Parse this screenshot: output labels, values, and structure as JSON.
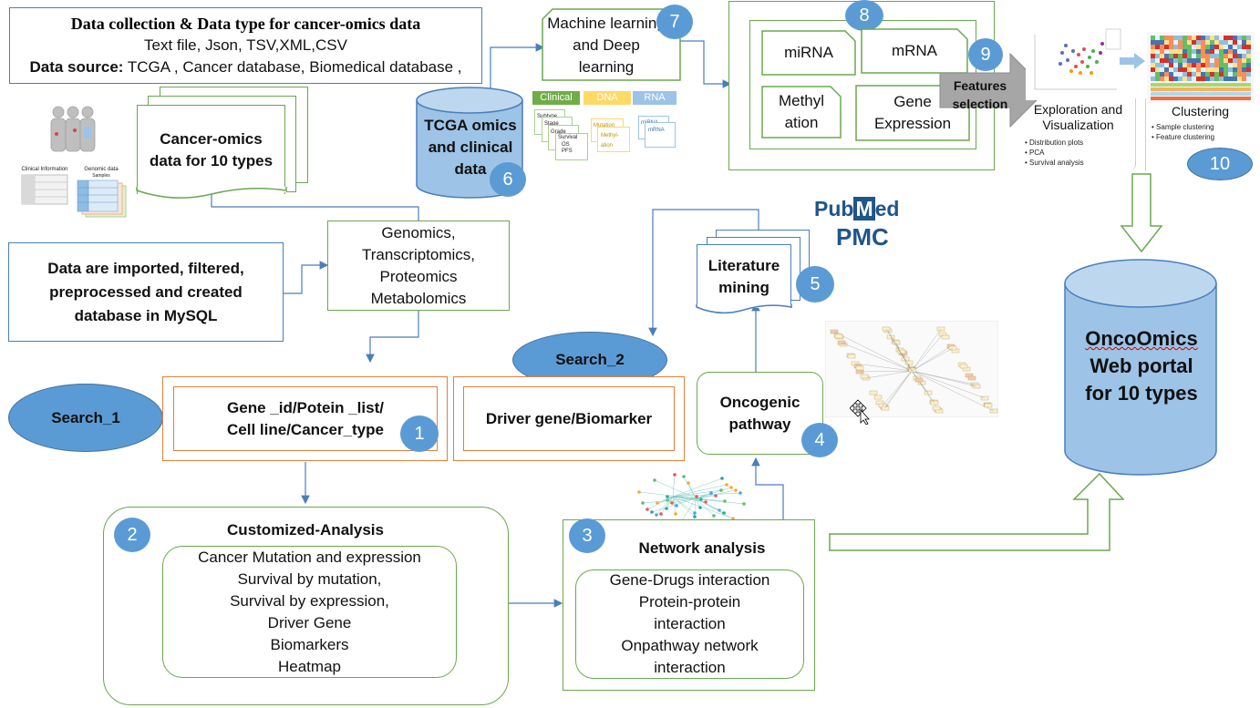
{
  "data_collection": {
    "title": "Data collection & Data type for cancer-omics data",
    "formats": "Text file, Json, TSV,XML,CSV",
    "source_label": "Data source:",
    "sources": " TCGA ,  Cancer database, Biomedical database ,"
  },
  "cancer_omics_doc": "Cancer-omics data for 10 types",
  "thumb_labels": {
    "clinical": "Clinical Information",
    "genomic": "Genomic data",
    "samples": "Samples"
  },
  "import_box": "Data are imported, filtered, preprocessed and created database in MySQL",
  "omics_box": [
    "Genomics,",
    "Transcriptomics,",
    "Proteomics",
    "Metabolomics"
  ],
  "ml_box": "Machine learning and Deep learning",
  "tcga_cylinder": "TCGA omics and clinical data",
  "tcga_tags": {
    "clinical": "Clinical",
    "dna": "DNA",
    "rna": "RNA"
  },
  "tcga_docs": {
    "subtype": "Subtype",
    "stage": "Stage",
    "grade": "Grade",
    "survival": "Survival",
    "os": "OS",
    "pfs": "PFS",
    "mutation": "Mutation",
    "methylation": "Methyl-ation",
    "mrna": "mRNA"
  },
  "features": [
    "miRNA",
    "mRNA",
    "Methyl ation",
    "Gene Expression"
  ],
  "features_selection": "Features selection",
  "exploration": {
    "title": "Exploration and Visualization",
    "items": [
      "Distribution plots",
      "PCA",
      "Survival analysis"
    ]
  },
  "clustering": {
    "title": "Clustering",
    "items": [
      "Sample clustering",
      "Feature clustering"
    ]
  },
  "pubmed": {
    "pub": "Pub",
    "m": "M",
    "ed": "ed",
    "pmc": "PMC"
  },
  "literature_mining": "Literature mining",
  "search_1": "Search_1",
  "search_2": "Search_2",
  "gene_box": "Gene _id/Potein _list/ Cell line/Cancer_type",
  "driver_box": "Driver gene/Biomarker",
  "oncogenic_pathway": "Oncogenic pathway",
  "customized": {
    "title": "Customized-Analysis",
    "items": [
      "Cancer Mutation and expression",
      "Survival by mutation,",
      "Survival by expression,",
      "Driver Gene",
      "Biomarkers",
      "Heatmap"
    ]
  },
  "network": {
    "title": "Network analysis",
    "items": [
      "Gene-Drugs interaction",
      "Protein-protein",
      "interaction",
      "Onpathway network",
      "interaction"
    ]
  },
  "oncoomics": [
    "OncoOmics",
    "Web portal",
    "for 10 types"
  ],
  "numbers": [
    "1",
    "2",
    "3",
    "4",
    "5",
    "6",
    "7",
    "8",
    "9",
    "10"
  ],
  "colors": {
    "blue": "#5b9bd5",
    "green": "#6aa84f",
    "orange": "#e0803a",
    "line": "#4a7ebb",
    "arrow_gray": "#a6a6a6"
  }
}
